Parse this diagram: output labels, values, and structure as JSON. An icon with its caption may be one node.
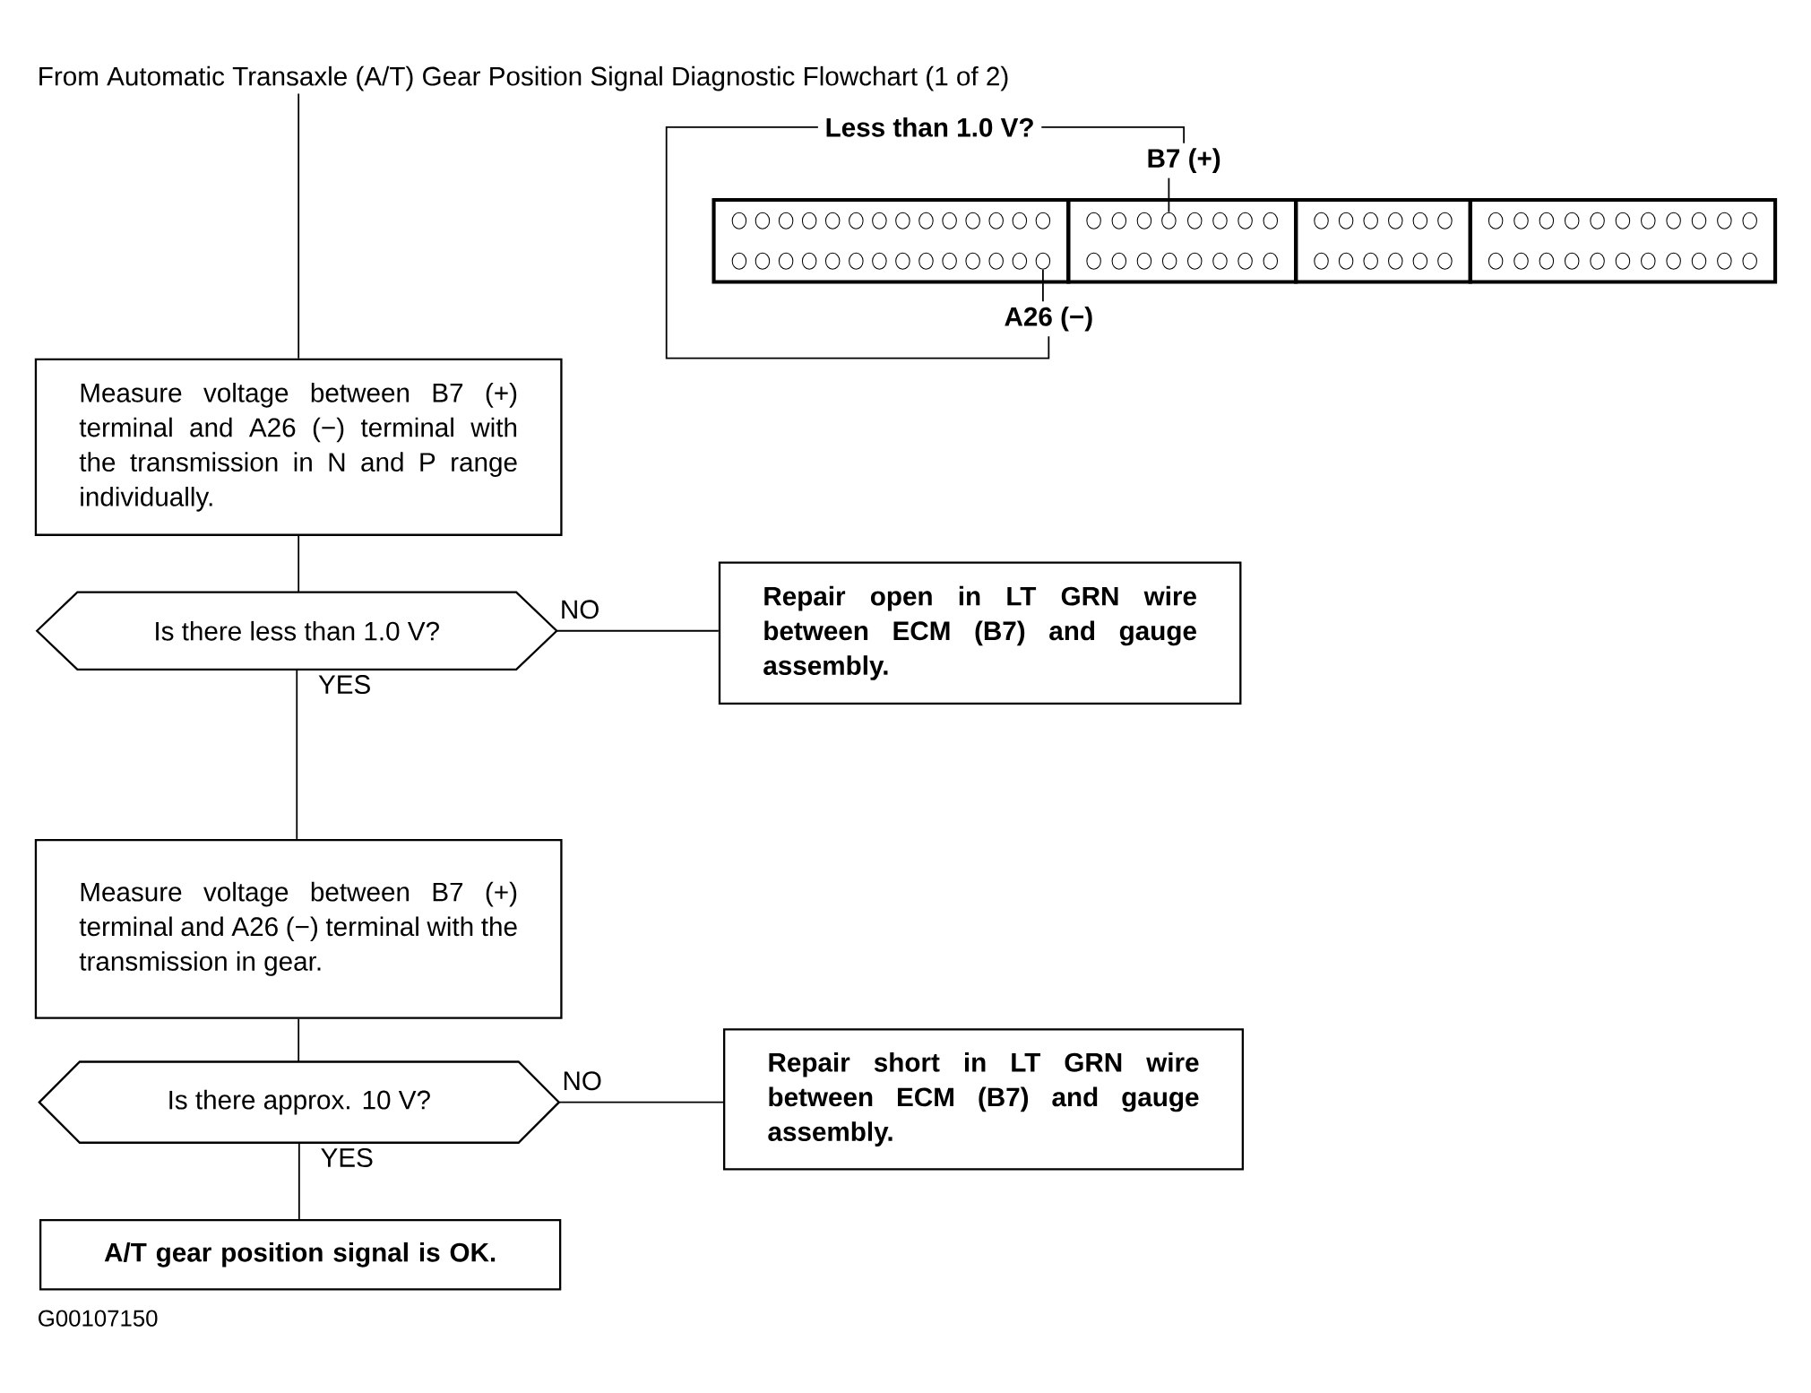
{
  "diagram": {
    "nodes": [
      {
        "text": [
          "From Automatic Transaxle (A/T) Gear Position Signal Diagnostic Flowchart (1 of 2)"
        ]
      },
      {
        "text": [
          "Measure voltage between B7 (+) terminal and A26 (−) terminal with the transmission in N and P range individually."
        ]
      },
      {
        "text": [
          "Is there less than 1.0 V?"
        ]
      },
      {
        "text": [
          "Repair open in LT GRN wire between ECM (B7) and gauge assembly."
        ]
      },
      {
        "text": [
          "Measure voltage between B7 (+) terminal and A26 (−) terminal with the transmission in gear."
        ]
      },
      {
        "text": [
          "Is there approx. 10 V?"
        ]
      },
      {
        "text": [
          "Repair short in LT GRN wire between ECM (B7) and gauge assembly."
        ]
      },
      {
        "text": [
          "A/T gear position signal is OK."
        ]
      },
      {
        "text": [
          "B7 (+)"
        ]
      },
      {
        "text": [
          "A26 (−)"
        ]
      },
      {
        "text": [],
        "shape": "circle"
      },
      {
        "text": [],
        "shape": "circle"
      }
    ],
    "edges": [
      {
        "from": 0,
        "to": 1,
        "arrow": "none"
      },
      {
        "from": 1,
        "to": 2,
        "arrow": "none"
      },
      {
        "from": 2,
        "to": 3,
        "label": "NO",
        "arrow": "none"
      },
      {
        "from": 2,
        "to": 4,
        "label": "YES",
        "arrow": "none"
      },
      {
        "from": 4,
        "to": 5,
        "arrow": "none"
      },
      {
        "from": 5,
        "to": 6,
        "label": "NO",
        "arrow": "none"
      },
      {
        "from": 5,
        "to": 7,
        "label": "YES",
        "arrow": "none"
      },
      {
        "from": 8,
        "to": 9,
        "label": "Less than 1.0 V?",
        "arrow": "none"
      },
      {
        "from": 8,
        "to": 10,
        "arrow": "none"
      },
      {
        "from": 9,
        "to": 11,
        "arrow": "none"
      }
    ],
    "labels": [
      "G00107150"
    ]
  }
}
